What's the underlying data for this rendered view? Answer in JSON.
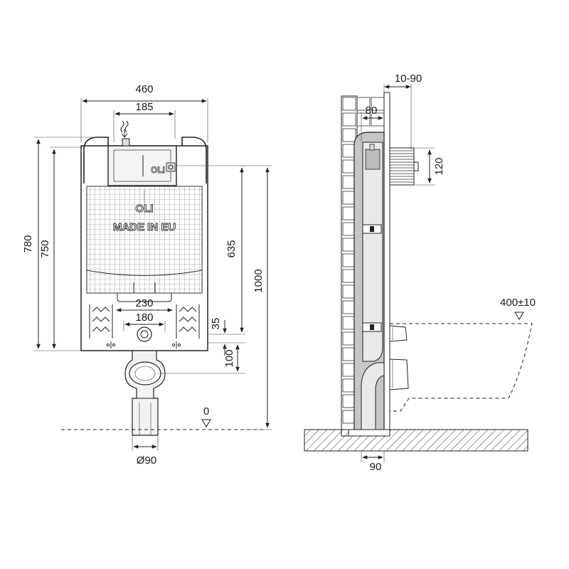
{
  "front_view": {
    "width_total": "460",
    "width_inlet": "185",
    "height_780": "780",
    "height_750": "750",
    "height_635": "635",
    "height_1000": "1000",
    "bracket_230": "230",
    "bracket_180": "180",
    "offset_35": "35",
    "offset_100": "100",
    "floor_zero": "0",
    "drain_diameter": "Ø90",
    "brand_logo": "OLI",
    "made_in": "MADE IN EU"
  },
  "side_view": {
    "depth_adjust": "10-90",
    "depth_80": "80",
    "height_120": "120",
    "bowl_height": "400±10",
    "floor_90": "90"
  },
  "colors": {
    "line": "#222222",
    "frame_gray": "#c6c6c6",
    "tank_gray": "#e9e9e9"
  }
}
